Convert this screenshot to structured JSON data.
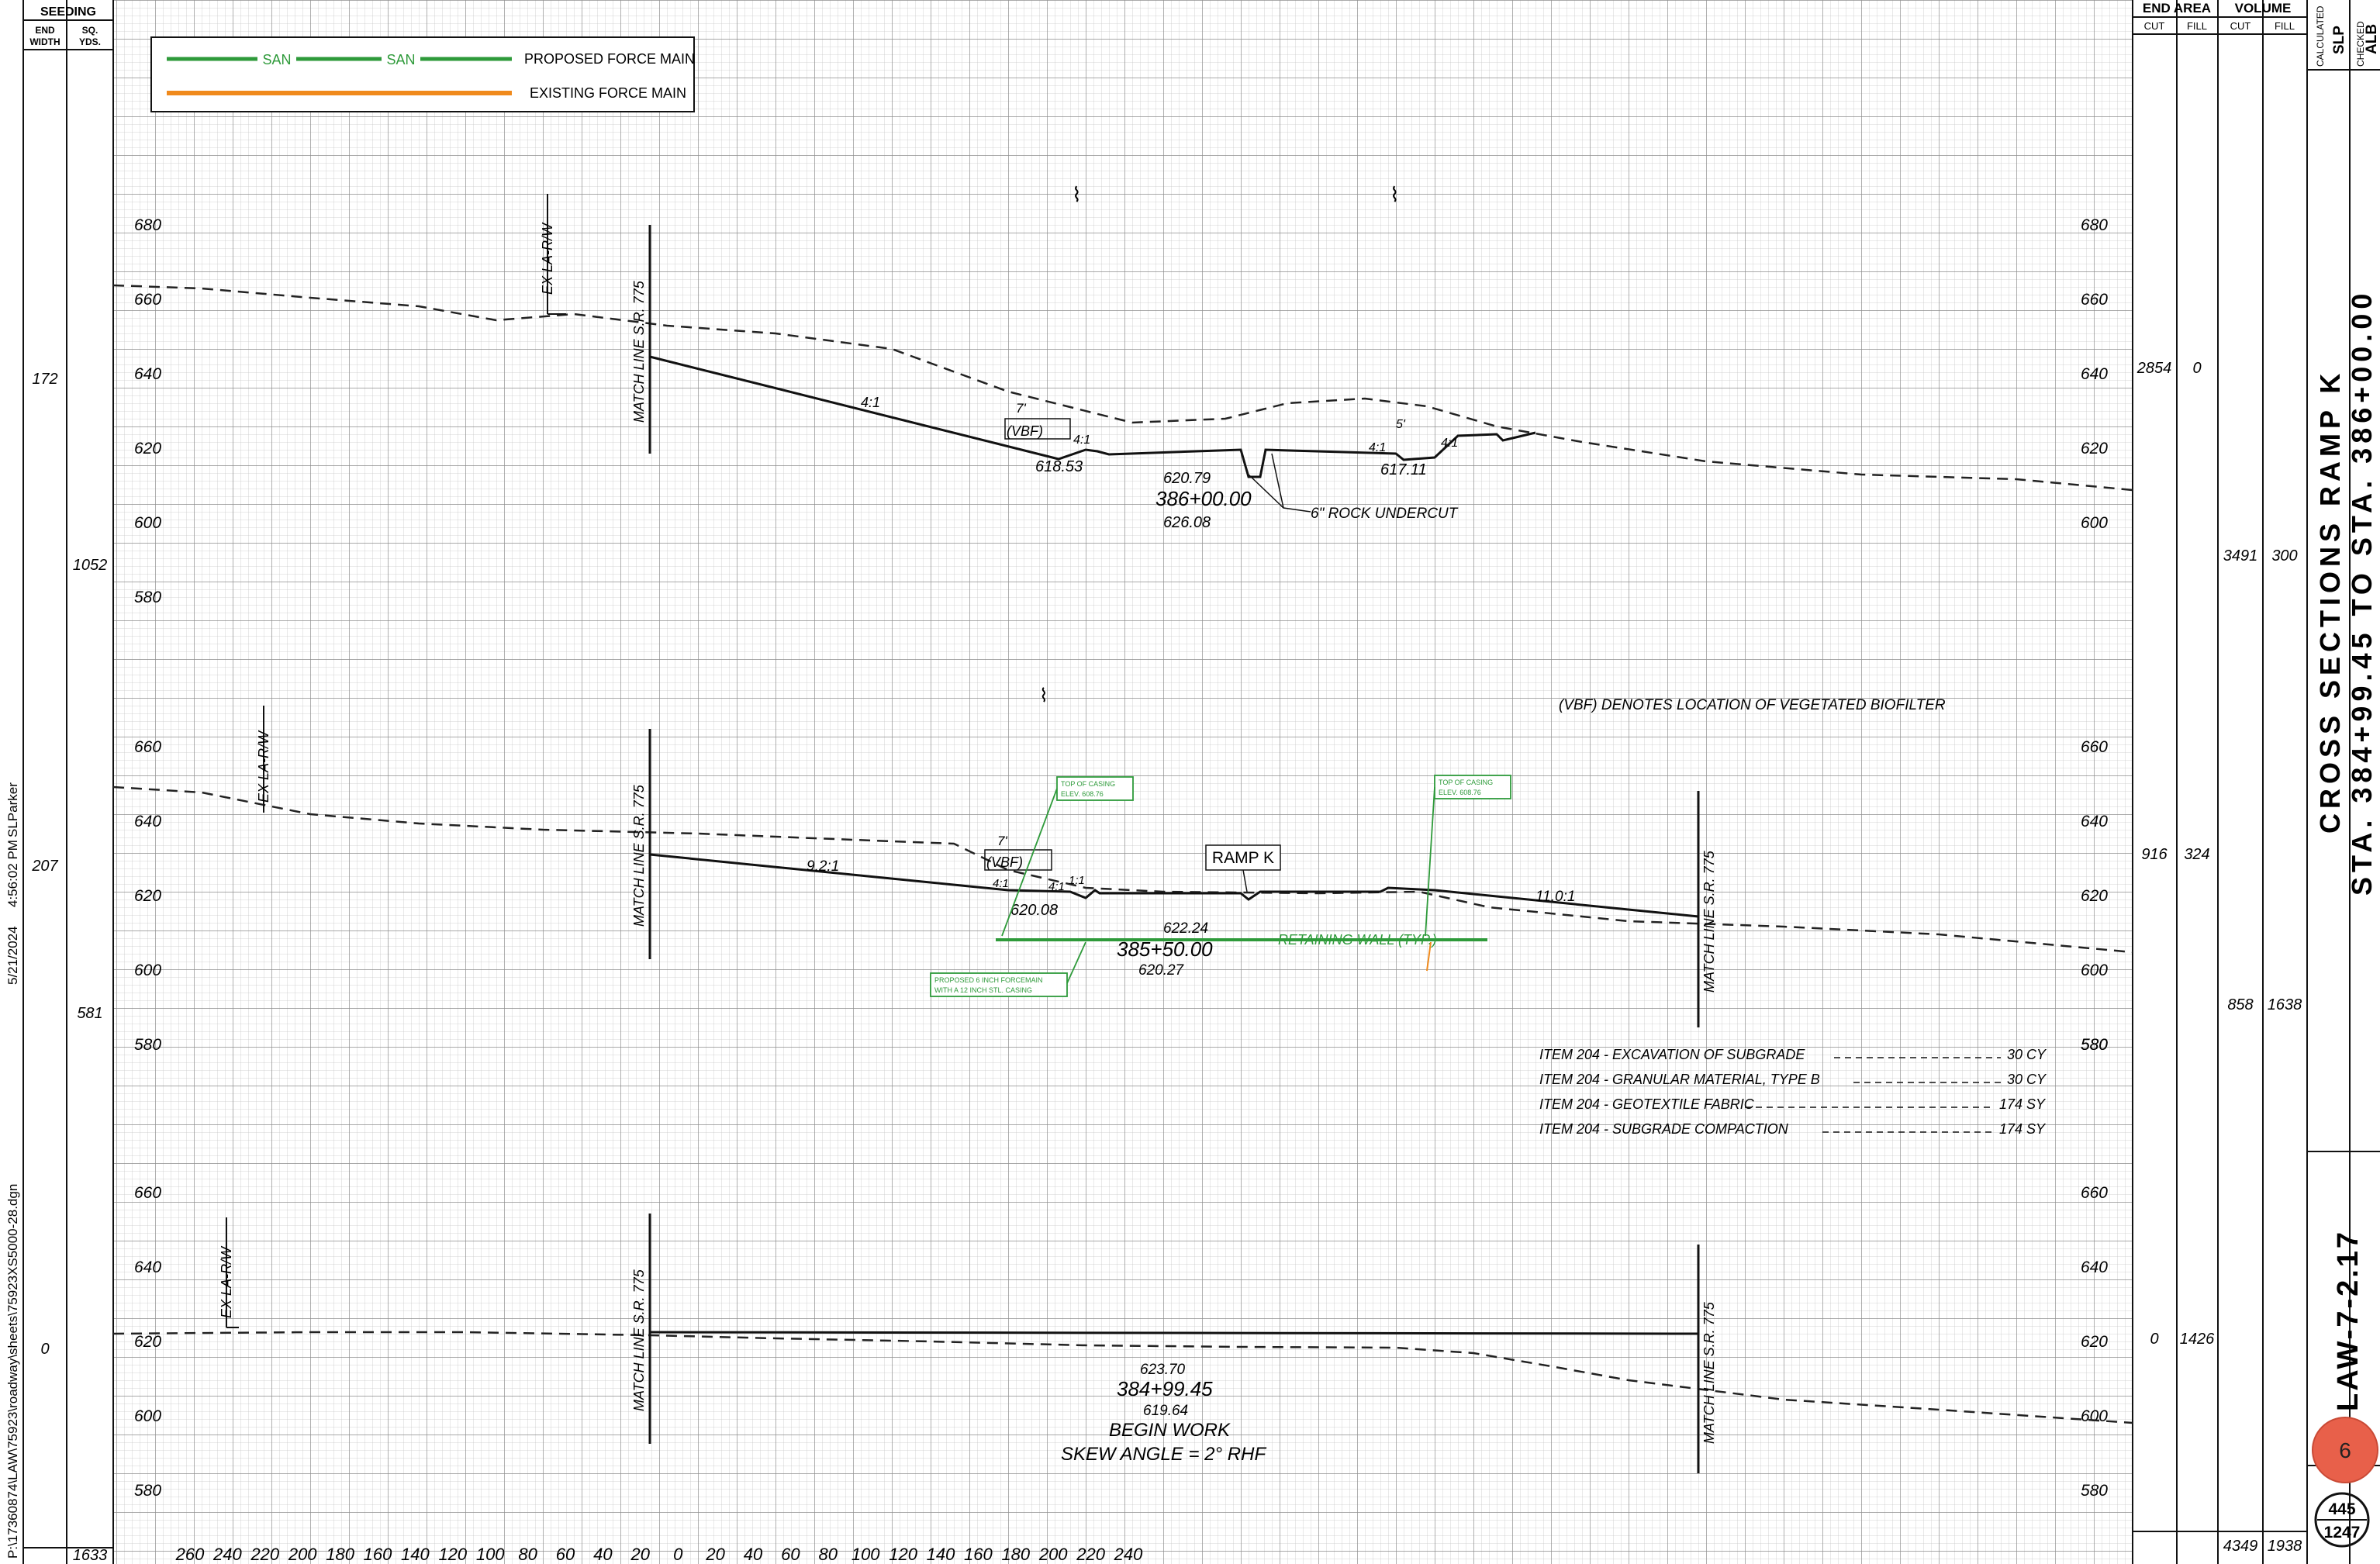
{
  "left_table": {
    "header": "SEEDING",
    "col1": [
      "END",
      "WIDTH"
    ],
    "col2": [
      "SQ.",
      "YDS."
    ],
    "widths": [
      "172",
      "207",
      "0"
    ],
    "yds": [
      "1052",
      "581",
      "1633"
    ]
  },
  "right_table": {
    "end_area": "END AREA",
    "volume": "VOLUME",
    "cut": "CUT",
    "fill": "FILL",
    "rows": [
      {
        "cut_area": "2854",
        "fill_area": "0",
        "cut_vol": "3491",
        "fill_vol": "300"
      },
      {
        "cut_area": "916",
        "fill_area": "324",
        "cut_vol": "858",
        "fill_vol": "1638"
      },
      {
        "cut_area": "0",
        "fill_area": "1426",
        "cut_vol": "4349",
        "fill_vol": "1938"
      }
    ]
  },
  "legend": {
    "san": "SAN",
    "proposed": "PROPOSED FORCE MAIN",
    "existing": "EXISTING FORCE MAIN",
    "proposed_color": "#2e9a3a",
    "existing_color": "#f08a1c"
  },
  "title_block": {
    "calculated": "CALCULATED",
    "calc_by": "SLP",
    "checked": "CHECKED",
    "check_by": "ALB",
    "title1": "CROSS SECTIONS RAMP K",
    "title2": "STA. 384+99.45 TO STA. 386+00.00",
    "project": "LAW-7-2.17",
    "sheet_number": "6",
    "sheet_of_top": "445",
    "sheet_of_bottom": "1247",
    "badge_color": "#e8604a"
  },
  "side_stamp": {
    "path": "P:\\17360874\\LAW\\75923\\roadway\\sheets\\75923XS5000-28.dgn",
    "date": "5/21/2024",
    "time": "4:56:02 PM",
    "user": "SLParker"
  },
  "sections": [
    {
      "elevations_left": [
        "680",
        "660",
        "640",
        "620",
        "600",
        "580"
      ],
      "elevations_right": [
        "680",
        "660",
        "640",
        "620",
        "600"
      ],
      "station": "386+00.00",
      "elev_top": "620.79",
      "elev_bottom": "626.08",
      "left_elev": "618.53",
      "right_elev": "617.11",
      "slope_left": "4:1",
      "rock": "6\" ROCK UNDERCUT",
      "vbf": "(VBF)",
      "seven": "7'",
      "five": "5'",
      "four": "4:1",
      "rw": "EX LA-R/W",
      "match": "MATCH LINE S.R. 775"
    },
    {
      "elevations_left": [
        "660",
        "640",
        "620",
        "600",
        "580"
      ],
      "elevations_right": [
        "580",
        "660",
        "640",
        "620",
        "600",
        "580"
      ],
      "station": "385+50.00",
      "elev_top": "622.24",
      "elev_bottom": "620.27",
      "left_elev": "620.08",
      "slope_left": "9.2:1",
      "slope_right": "11.0:1",
      "ramp": "RAMP K",
      "retaining": "RETAINING WALL (TYP.)",
      "vbf": "(VBF)",
      "seven": "7'",
      "four": "4:1",
      "one": "1:1",
      "casing_left": [
        "TOP OF CASING",
        "ELEV. 608.76"
      ],
      "casing_right": [
        "TOP OF CASING",
        "ELEV. 608.76"
      ],
      "casing_note": [
        "PROPOSED 6 INCH FORCEMAIN",
        "WITH A 12 INCH STL. CASING"
      ],
      "rw": "EX LA-R/W",
      "match": "MATCH LINE S.R. 775"
    },
    {
      "elevations_left": [
        "660",
        "640",
        "620",
        "600",
        "580"
      ],
      "elevations_right": [
        "660",
        "640",
        "620",
        "600",
        "580"
      ],
      "station": "384+99.45",
      "elev_top": "623.70",
      "elev_bottom": "619.64",
      "begin": "BEGIN WORK",
      "skew": "SKEW ANGLE = 2° RHF",
      "rw": "EX LA-R/W",
      "match": "MATCH LINE S.R. 775"
    }
  ],
  "vbf_note": "(VBF) DENOTES LOCATION OF VEGETATED BIOFILTER",
  "items": [
    {
      "text": "ITEM 204 - EXCAVATION OF SUBGRADE",
      "qty": "30 CY"
    },
    {
      "text": "ITEM 204 - GRANULAR MATERIAL, TYPE B",
      "qty": "30 CY"
    },
    {
      "text": "ITEM 204 - GEOTEXTILE FABRIC",
      "qty": "174 SY"
    },
    {
      "text": "ITEM 204 - SUBGRADE COMPACTION",
      "qty": "174 SY"
    }
  ],
  "offset_labels": [
    "260",
    "240",
    "220",
    "200",
    "180",
    "160",
    "140",
    "120",
    "100",
    "80",
    "60",
    "40",
    "20",
    "0",
    "20",
    "40",
    "60",
    "80",
    "100",
    "120",
    "140",
    "160",
    "180",
    "200",
    "220",
    "240"
  ],
  "break_mark": "⌇"
}
